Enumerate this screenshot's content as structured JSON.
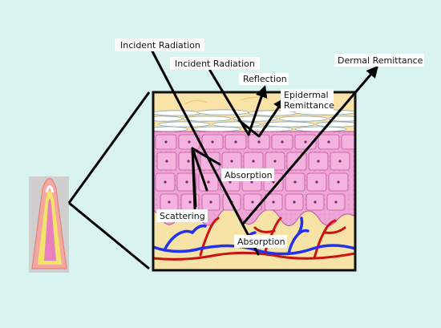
{
  "labels": {
    "incident_radiation_1": "Incident Radiation",
    "incident_radiation_2": "Incident Radiation",
    "reflection": "Reflection",
    "epidermal_remittance_line1": "Epidermal",
    "epidermal_remittance_line2": "Remittance",
    "dermal_remittance": "Dermal Remittance",
    "absorption_upper": "Absorption",
    "scattering": "Scattering",
    "absorption_lower": "Absorption"
  },
  "colors": {
    "background": "#d9f3f1",
    "stratum_corneum": "#f9e3a6",
    "epidermis": "#eea6d6",
    "dermis": "#f7e3a6",
    "vein": "#2233ee",
    "artery": "#cc1111",
    "ray": "#000000"
  }
}
